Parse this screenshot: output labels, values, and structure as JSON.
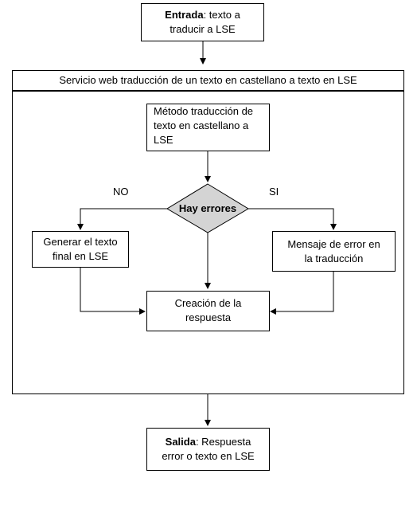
{
  "entrada": {
    "bold": "Entrada",
    "rest_line1": ": texto a",
    "line2": "traducir a LSE"
  },
  "container": {
    "title": "Servicio web traducción de un texto en castellano a texto en LSE"
  },
  "metodo": {
    "line1": "Método traducción de",
    "line2": "texto en castellano a",
    "line3": "LSE"
  },
  "decision": {
    "label": "Hay errores",
    "no_label": "NO",
    "si_label": "SI"
  },
  "generar": {
    "line1": "Generar el texto",
    "line2": "final en LSE"
  },
  "mensaje": {
    "line1": "Mensaje de error en",
    "line2": "la traducción"
  },
  "creacion": {
    "line1": "Creación de la",
    "line2": "respuesta"
  },
  "salida": {
    "bold": "Salida",
    "rest_line1": ": Respuesta",
    "line2": "error o texto en LSE"
  },
  "colors": {
    "decision_fill": "#d4d4d4",
    "stroke": "#000000"
  }
}
